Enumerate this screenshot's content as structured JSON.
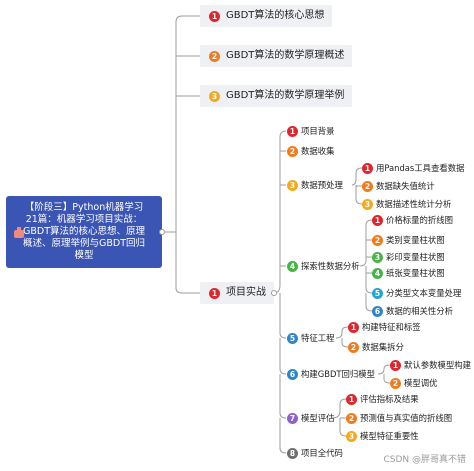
{
  "root": {
    "line1": "【阶段三】Python机器学习",
    "line2": "21篇：机器学习项目实战：",
    "line3": "GBDT算法的核心思想、原理",
    "line4": "概述、原理举例与GBDT回归",
    "line5": "模型"
  },
  "topics": [
    {
      "num": "1",
      "label": "GBDT算法的核心思想"
    },
    {
      "num": "2",
      "label": "GBDT算法的数学原理概述"
    },
    {
      "num": "3",
      "label": "GBDT算法的数学原理举例"
    },
    {
      "num": "1",
      "label": "项目实战"
    }
  ],
  "project": {
    "items": [
      {
        "num": "1",
        "label": "项目背景"
      },
      {
        "num": "2",
        "label": "数据收集"
      },
      {
        "num": "3",
        "label": "数据预处理"
      },
      {
        "num": "4",
        "label": "探索性数据分析"
      },
      {
        "num": "5",
        "label": "特征工程"
      },
      {
        "num": "6",
        "label": "构建GBDT回归模型"
      },
      {
        "num": "7",
        "label": "模型评估"
      },
      {
        "num": "8",
        "label": "项目全代码"
      }
    ],
    "preprocessing": [
      {
        "num": "1",
        "label": "用Pandas工具查看数据"
      },
      {
        "num": "2",
        "label": "数据缺失值统计"
      },
      {
        "num": "3",
        "label": "数据描述性统计分析"
      }
    ],
    "eda": [
      {
        "num": "1",
        "label": "价格标量的折线图"
      },
      {
        "num": "2",
        "label": "类别变量柱状图"
      },
      {
        "num": "3",
        "label": "彩印变量柱状图"
      },
      {
        "num": "4",
        "label": "纸张变量柱状图"
      },
      {
        "num": "5",
        "label": "分类型文本变量处理"
      },
      {
        "num": "6",
        "label": "数据的相关性分析"
      }
    ],
    "features": [
      {
        "num": "1",
        "label": "构建特征和标签"
      },
      {
        "num": "2",
        "label": "数据集拆分"
      }
    ],
    "model": [
      {
        "num": "1",
        "label": "默认参数模型构建"
      },
      {
        "num": "2",
        "label": "模型调优"
      }
    ],
    "evaluation": [
      {
        "num": "1",
        "label": "评估指标及结果"
      },
      {
        "num": "2",
        "label": "预测值与真实值的折线图"
      },
      {
        "num": "3",
        "label": "模型特征重要性"
      }
    ]
  },
  "watermark": "CSDN @胖哥真不错"
}
